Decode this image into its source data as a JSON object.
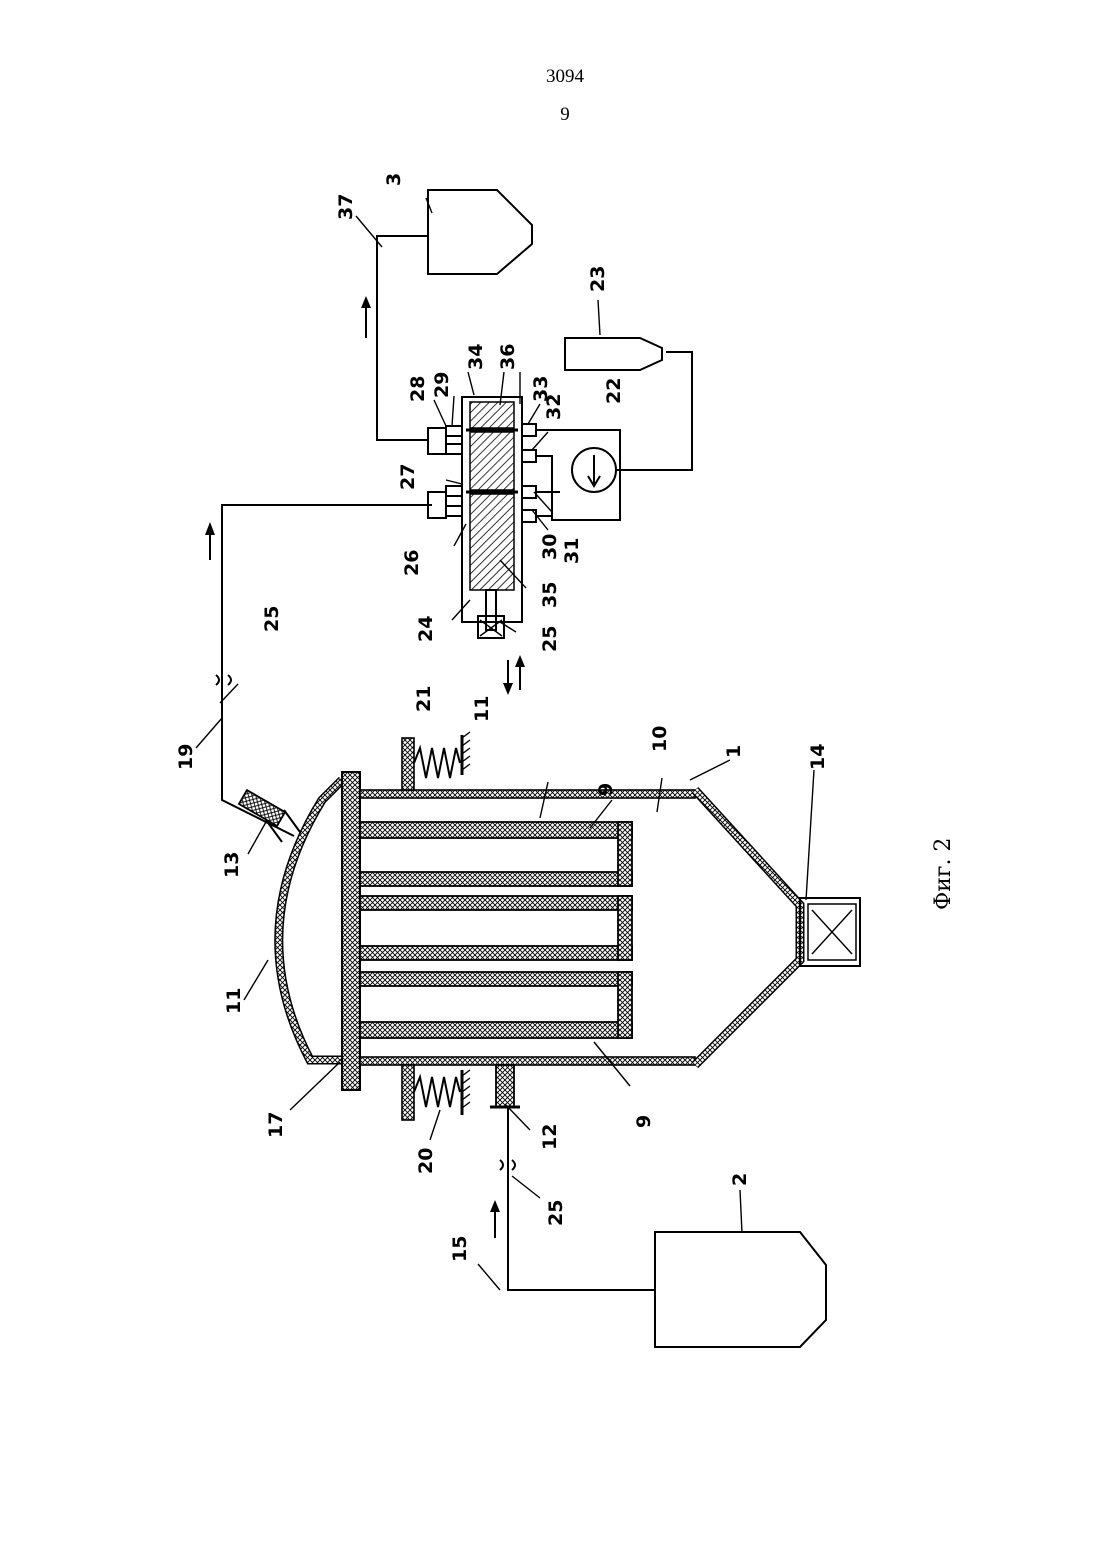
{
  "header": {
    "doc_number": "3094",
    "page_number": "9"
  },
  "caption": "Фиг. 2",
  "labels": {
    "l1": "1",
    "l2": "2",
    "l3": "3",
    "l9a": "9",
    "l9b": "9",
    "l10": "10",
    "l11a": "11",
    "l11b": "11",
    "l12": "12",
    "l13": "13",
    "l14": "14",
    "l15": "15",
    "l17": "17",
    "l19": "19",
    "l20": "20",
    "l21": "21",
    "l22": "22",
    "l23": "23",
    "l24": "24",
    "l25a": "25",
    "l25b": "25",
    "l25c": "25",
    "l26": "26",
    "l27": "27",
    "l28": "28",
    "l29": "29",
    "l30": "30",
    "l31": "31",
    "l32": "32",
    "l33": "33",
    "l34": "34",
    "l35": "35",
    "l36": "36",
    "l37": "37"
  }
}
